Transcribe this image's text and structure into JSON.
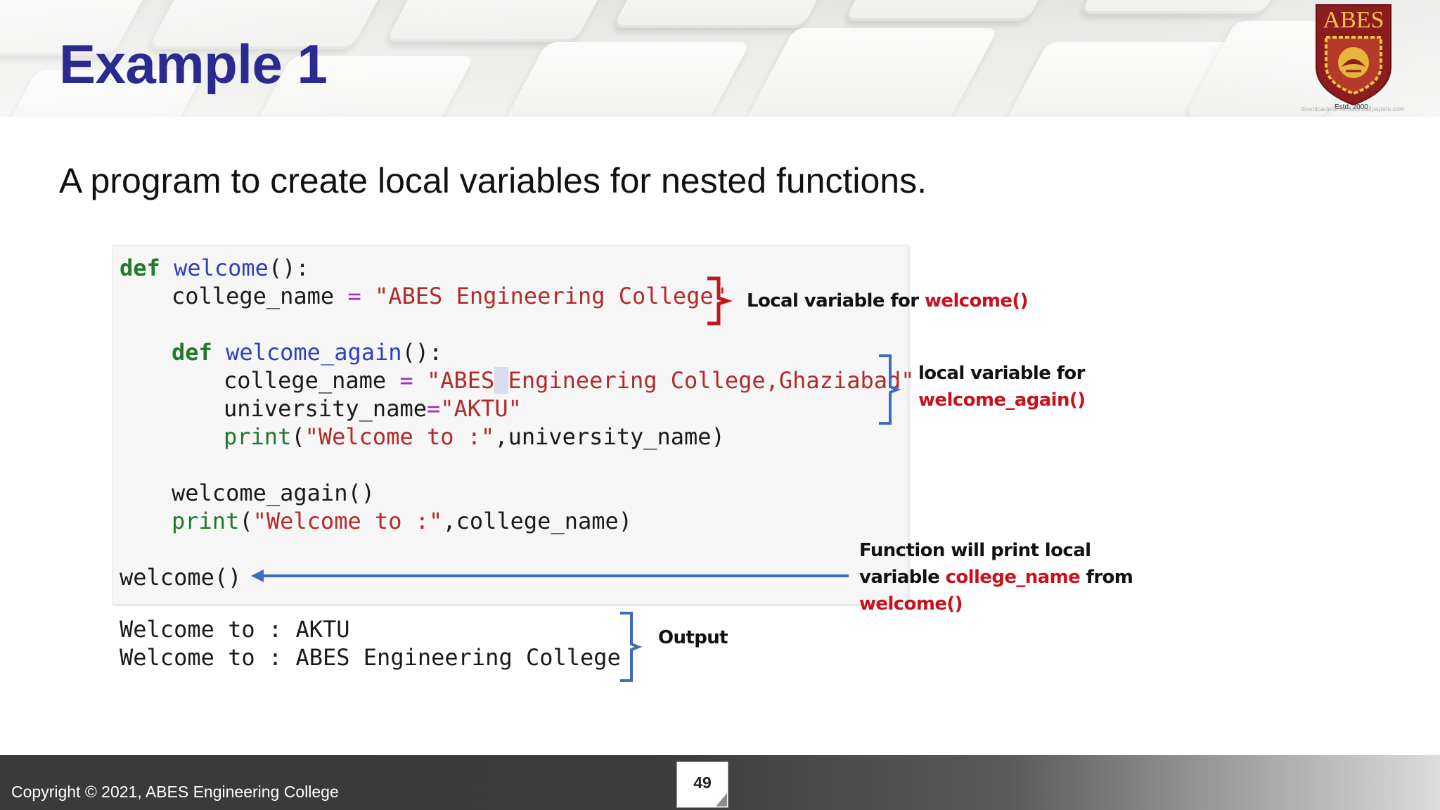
{
  "slide": {
    "title": "Example 1",
    "subtitle": "A program to create local variables for nested functions."
  },
  "logo": {
    "text": "ABES",
    "est": "Estd. 2000",
    "watermark": "downloadedfromdailywallpapers.com"
  },
  "code": {
    "line1": {
      "kw": "def",
      "fn": "welcome",
      "rest": "():"
    },
    "line2": {
      "var": "college_name",
      "op": "=",
      "str": "\"ABES Engineering College\""
    },
    "line3": {
      "kw": "def",
      "fn": "welcome_again",
      "rest": "():"
    },
    "line4": {
      "var": "college_name",
      "op": "=",
      "str_a": "\"ABES",
      "str_b": " ",
      "str_c": "Engineering College,Ghaziabad\""
    },
    "line5": {
      "var": "university_name",
      "op": "=",
      "str": "\"AKTU\""
    },
    "line6": {
      "fn": "print",
      "open": "(",
      "str": "\"Welcome to :\"",
      "rest": ",university_name)"
    },
    "line7": {
      "text": "welcome_again()"
    },
    "line8": {
      "fn": "print",
      "open": "(",
      "str": "\"Welcome to :\"",
      "rest": ",college_name)"
    },
    "line9": {
      "text": "welcome()"
    }
  },
  "output": {
    "line1": "Welcome to : AKTU",
    "line2": "Welcome to : ABES Engineering College"
  },
  "annotations": {
    "local_welcome": {
      "prefix": "Local  variable for ",
      "highlight": "welcome()"
    },
    "local_welcome_again": {
      "line1": "local variable for",
      "highlight": "welcome_again()"
    },
    "function_print": {
      "line1": "Function will print local",
      "line2_prefix": "variable ",
      "line2_highlight": "college_name",
      "line2_suffix": " from",
      "line3_highlight": "welcome()"
    },
    "output_label": "Output"
  },
  "footer": {
    "copyright": "Copyright © 2021, ABES Engineering College",
    "page_number": "49"
  },
  "colors": {
    "title": "#2b2a8f",
    "highlight_red": "#c9111e",
    "bracket_blue": "#3b6cbf",
    "bracket_red": "#c01818",
    "keyword_green": "#217a2a",
    "function_blue": "#2d3fc2",
    "string_red": "#b22a2a",
    "operator_purple": "#a52fb8"
  }
}
